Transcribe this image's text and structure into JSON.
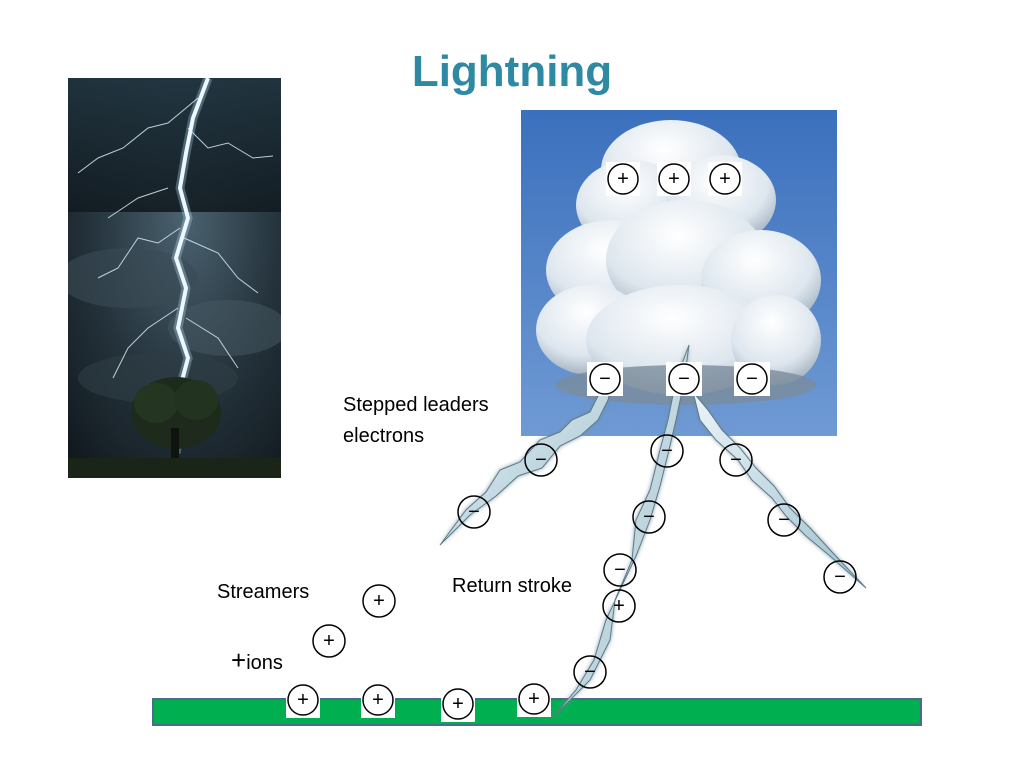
{
  "title": "Lightning",
  "labels": {
    "stepped_leaders": "Stepped leaders",
    "electrons": "electrons",
    "return_stroke": "Return stroke",
    "streamers": "Streamers",
    "ions_prefix": "+",
    "ions": "ions"
  },
  "images": {
    "left_photo": "lightning-strike-tree-photo",
    "right_photo": "cumulonimbus-cloud-photo"
  },
  "charges": {
    "positive": "+",
    "negative": "−"
  },
  "colors": {
    "title": "#2e8aa3",
    "ground": "#00b050",
    "sky": "#4a7fc4",
    "bolt": "#cfe3ea"
  }
}
